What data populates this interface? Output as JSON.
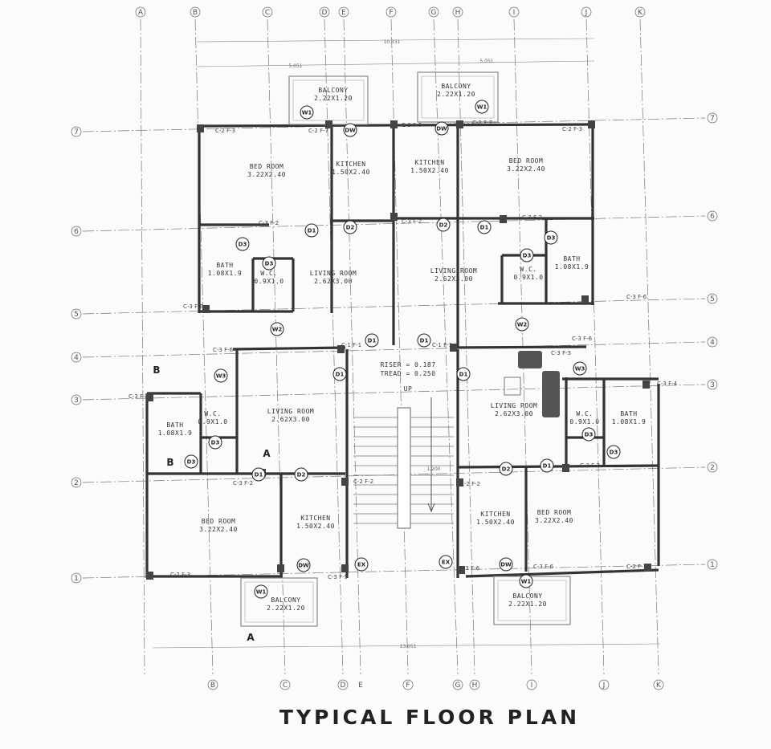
{
  "title": "TYPICAL FLOOR PLAN",
  "grid_columns_top": [
    "A",
    "B",
    "C",
    "D",
    "E",
    "F",
    "G",
    "H",
    "I",
    "J",
    "K"
  ],
  "grid_columns_bottom": [
    "B",
    "C",
    "D",
    "E",
    "F",
    "G",
    "H",
    "I",
    "J",
    "K"
  ],
  "grid_rows": [
    "7",
    "6",
    "5",
    "4",
    "3",
    "2",
    "1"
  ],
  "dimensions": {
    "overall_top": "10.331",
    "half_left": "5.051",
    "half_right": "5.051",
    "overall_bottom": "13.051",
    "stair": "1.200"
  },
  "stair": {
    "riser": "RISER = 0.187",
    "tread": "TREAD = 0.250",
    "direction": "UP"
  },
  "section_markers": [
    "A",
    "A",
    "B",
    "B"
  ],
  "rooms": [
    {
      "name": "BALCONY",
      "size": "2.22X1.20"
    },
    {
      "name": "BALCONY",
      "size": "2.22X1.20"
    },
    {
      "name": "BED ROOM",
      "size": "3.22X2.40"
    },
    {
      "name": "KITCHEN",
      "size": "1.50X2.40"
    },
    {
      "name": "KITCHEN",
      "size": "1.50X2.40"
    },
    {
      "name": "BED ROOM",
      "size": "3.22X2.40"
    },
    {
      "name": "BATH",
      "size": "1.08X1.9"
    },
    {
      "name": "W.C.",
      "size": "0.9X1.0"
    },
    {
      "name": "LIVING ROOM",
      "size": "2.62X3.00"
    },
    {
      "name": "LIVING ROOM",
      "size": "2.62X3.00"
    },
    {
      "name": "W.C.",
      "size": "0.9X1.0"
    },
    {
      "name": "BATH",
      "size": "1.08X1.9"
    },
    {
      "name": "LIVING ROOM",
      "size": "2.62X3.00"
    },
    {
      "name": "W.C.",
      "size": "0.9X1.0"
    },
    {
      "name": "BATH",
      "size": "1.08X1.9"
    },
    {
      "name": "LIVING ROOM",
      "size": "2.62X3.00"
    },
    {
      "name": "W.C.",
      "size": "0.9X1.0"
    },
    {
      "name": "BATH",
      "size": "1.08X1.9"
    },
    {
      "name": "BED ROOM",
      "size": "3.22X2.40"
    },
    {
      "name": "KITCHEN",
      "size": "1.50X2.40"
    },
    {
      "name": "KITCHEN",
      "size": "1.50X2.40"
    },
    {
      "name": "BED ROOM",
      "size": "3.22X2.40"
    },
    {
      "name": "BALCONY",
      "size": "2.22X1.20"
    },
    {
      "name": "BALCONY",
      "size": "2.22X1.20"
    }
  ],
  "opening_tags": [
    "W1",
    "W1",
    "DW",
    "DW",
    "D1",
    "D2",
    "D2",
    "D1",
    "D3",
    "D3",
    "D3",
    "D3",
    "W2",
    "W2",
    "D1",
    "D1",
    "D1",
    "D1",
    "W3",
    "W3",
    "D3",
    "D3",
    "D3",
    "D3",
    "D1",
    "D2",
    "D2",
    "D1",
    "DW",
    "DW",
    "W1",
    "W1",
    "EX",
    "EX"
  ],
  "column_tags": [
    "C-2 F-3",
    "C-2 F-7",
    "C-3 F-7",
    "C-2 F-7",
    "C-2 F-3",
    "C-3 F-2",
    "C-3 F-2",
    "C-3 F-2",
    "C-3 F-6",
    "C-3 F-6",
    "C-3 F-6",
    "C-1 F-1",
    "C-1 F-1",
    "C-3 F-6",
    "C-3 F-4",
    "C-3 F-4",
    "C-3 F-2",
    "C-2 F-2",
    "C-2 F-2",
    "C-3 F-2",
    "C-2 F-3",
    "C-3 F-6",
    "C-3 F-5",
    "C-3 F-6",
    "C-2 F-1",
    "C-3 F-3"
  ]
}
